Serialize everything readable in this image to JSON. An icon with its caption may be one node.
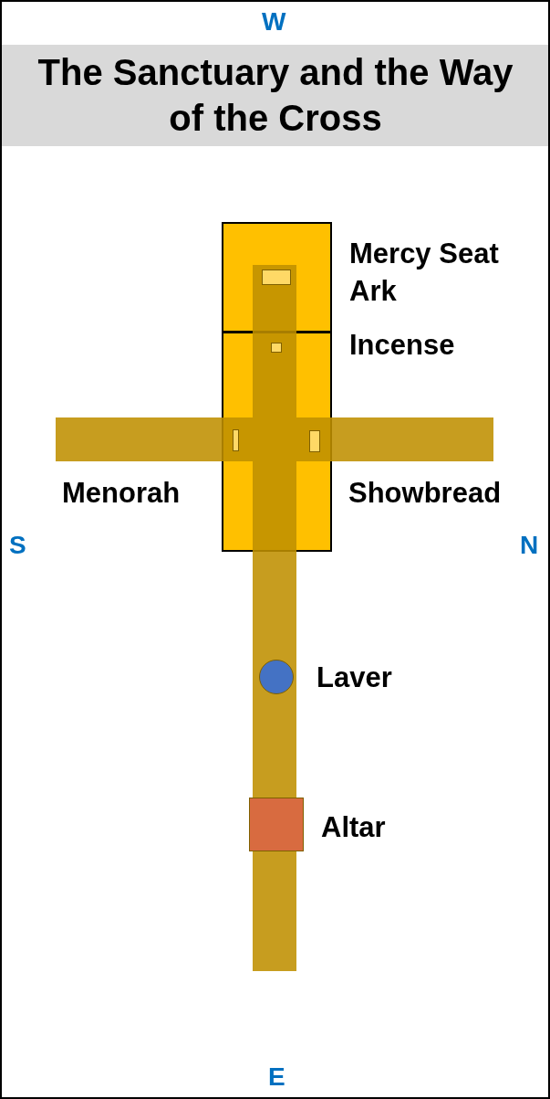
{
  "diagram": {
    "title": "The Sanctuary and the Way of the Cross",
    "nodes": [
      {
        "text": [],
        "shape": "box"
      },
      {
        "text": [],
        "shape": "box"
      },
      {
        "text": [],
        "shape": "box",
        "in": 0,
        "beside": [
          "Mercy Seat",
          "Ark"
        ]
      },
      {
        "text": [],
        "shape": "box",
        "in": 1,
        "beside": [
          "Incense"
        ]
      },
      {
        "text": [],
        "shape": "box",
        "in": 1,
        "beside": [
          "Menorah"
        ]
      },
      {
        "text": [],
        "shape": "box",
        "in": 1,
        "beside": [
          "Showbread"
        ]
      },
      {
        "text": [],
        "shape": "circle",
        "beside": [
          "Laver"
        ]
      },
      {
        "text": [],
        "shape": "box",
        "beside": [
          "Altar"
        ]
      }
    ],
    "edges": [],
    "labels": [
      "W",
      "S",
      "N",
      "E"
    ]
  }
}
